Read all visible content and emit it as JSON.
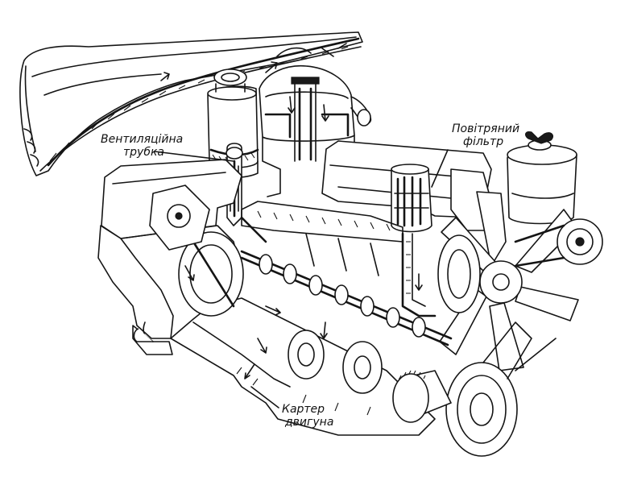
{
  "labels": {
    "ventilation_tube": {
      "line1": "Вентиляційна",
      "line2": "трубка"
    },
    "air_filter": {
      "line1": "Повітряний",
      "line2": "фільтр"
    },
    "crankcase": {
      "line1": "Картер",
      "line2": "двигуна"
    }
  }
}
